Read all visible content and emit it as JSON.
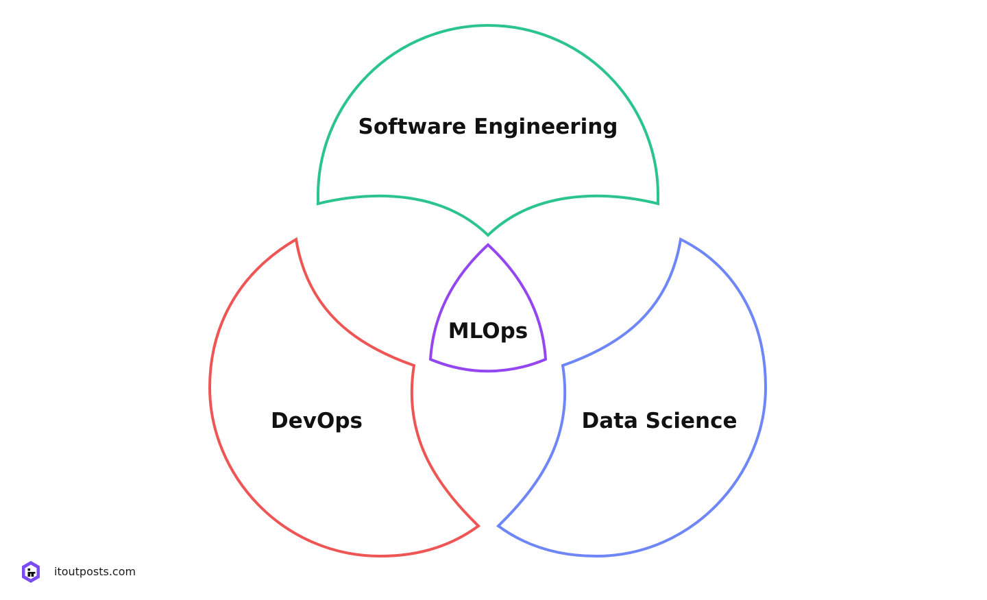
{
  "diagram": {
    "regions": [
      {
        "id": "software-engineering",
        "label": "Software Engineering",
        "color": "#2BC48E"
      },
      {
        "id": "devops",
        "label": "DevOps",
        "color": "#EE5656"
      },
      {
        "id": "data-science",
        "label": "Data Science",
        "color": "#6E86F6"
      },
      {
        "id": "mlops",
        "label": "MLOps",
        "color": "#9446F0"
      }
    ]
  },
  "brand": {
    "logo_icon": "itoutposts-logo-icon",
    "logo_color": "#7A4CF2",
    "site": "itoutposts.com"
  }
}
